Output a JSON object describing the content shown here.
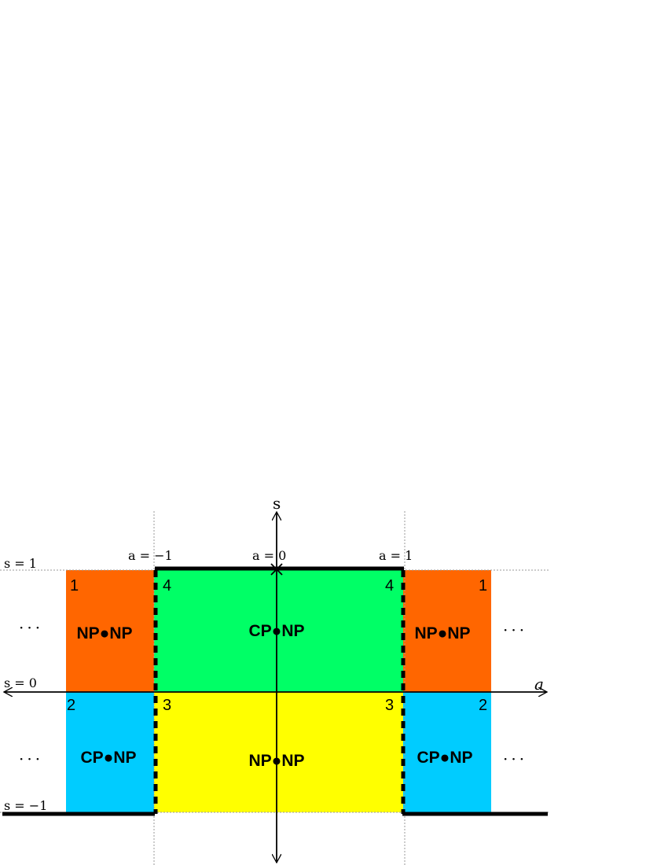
{
  "colors": {
    "orange": "#ff6600",
    "cyan": "#00ccff",
    "green": "#00ff66",
    "yellow": "#ffff00",
    "axis": "#000000",
    "guide": "#999999"
  },
  "axes": {
    "vertical_name": "s",
    "horizontal_name": "a",
    "s_one": "s = 1",
    "s_zero": "s = 0",
    "s_minus_one": "s = −1",
    "a_minus_one": "a = −1",
    "a_zero": "a = 0",
    "a_one": "a = 1"
  },
  "regions": {
    "left_top": {
      "label": "NP●NP",
      "number": "1"
    },
    "left_bottom": {
      "label": "CP●NP",
      "number": "2"
    },
    "center_top": {
      "label": "CP●NP",
      "number_left": "4",
      "number_right": "4"
    },
    "center_bottom": {
      "label": "NP●NP",
      "number_left": "3",
      "number_right": "3"
    },
    "right_top": {
      "label": "NP●NP",
      "number": "1"
    },
    "right_bottom": {
      "label": "CP●NP",
      "number": "2"
    }
  },
  "ellipsis": "···"
}
